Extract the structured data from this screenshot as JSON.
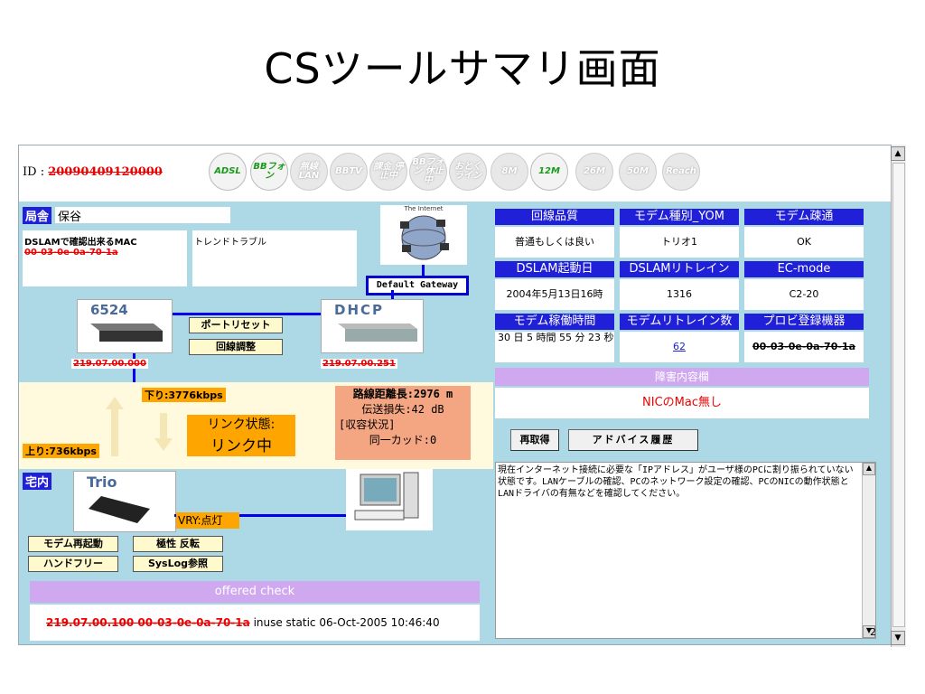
{
  "slide": {
    "title": "CSツールサマリ画面",
    "page_number": "2"
  },
  "top": {
    "id_label": "ID :",
    "id_value": "20090409120000",
    "services": [
      {
        "label": "ADSL",
        "on": true
      },
      {
        "label": "BBフォン",
        "on": true
      },
      {
        "label": "無線LAN",
        "on": false
      },
      {
        "label": "BBTV",
        "on": false
      },
      {
        "label": "課金 停止中",
        "on": false
      },
      {
        "label": "BBフォン 休止中",
        "on": false
      },
      {
        "label": "おとく ライン",
        "on": false
      },
      {
        "label": "8M",
        "on": false
      },
      {
        "label": "12M",
        "on": true
      },
      {
        "label": "26M",
        "on": false
      },
      {
        "label": "50M",
        "on": false
      },
      {
        "label": "Reach",
        "on": false
      }
    ]
  },
  "office": {
    "label": "局舎",
    "name": "保谷",
    "mac_caption": "DSLAMで確認出来るMAC",
    "mac_value": "00-03-0e-0a-70-1a",
    "trend_caption": "トレンドトラブル",
    "internet_caption": "The Internet",
    "gateway_label": "Default Gateway",
    "dslam_label": "6524",
    "dslam_ip": "219.07.00.000",
    "dhcp_label": "DHCP",
    "dhcp_ip": "219.07.00.251",
    "port_reset_button": "ポートリセット",
    "line_adjust_button": "回線調整"
  },
  "link": {
    "down": "下り:3776kbps",
    "up": "上り:736kbps",
    "status_label": "リンク状態:",
    "status_value": "リンク中",
    "distance": "路線距離長:2976 m",
    "loss": "伝送損失:42 dB",
    "accommodation": "[収容状況]",
    "same_card": "同一カッド:0"
  },
  "home": {
    "label": "宅内",
    "modem_name": "Trio",
    "vry": "VRY:点灯",
    "buttons": [
      "モデム再起動",
      "極性 反転",
      "ハンドフリー",
      "SysLog参照"
    ],
    "offered_check_title": "offered check",
    "offered_redacted": "219.07.00.100 00-03-0e-0a-70-1a",
    "offered_text": "inuse static 06-Oct-2005 10:46:40"
  },
  "status": {
    "cells": [
      {
        "label": "回線品質",
        "value": "普通もしくは良い"
      },
      {
        "label": "モデム種別_YOM",
        "value": "トリオ1"
      },
      {
        "label": "モデム疎通",
        "value": "OK"
      },
      {
        "label": "DSLAM起動日",
        "value": "2004年5月13日16時"
      },
      {
        "label": "DSLAMリトレイン",
        "value": "1316"
      },
      {
        "label": "EC-mode",
        "value": "C2-20"
      },
      {
        "label": "モデム稼働時間",
        "value": "30 日 5 時間 55 分 23 秒"
      },
      {
        "label": "モデムリトレイン数",
        "value": "62"
      },
      {
        "label": "プロビ登録機器",
        "value": "00-03-0e-0a-70-1a"
      }
    ],
    "fault_title": "障害内容欄",
    "fault_value": "NICのMac無し",
    "reacquire_button": "再取得",
    "advice_button": "アドバイス履歴",
    "advice_text": "現在インターネット接続に必要な「IPアドレス」がユーザ様のPCに割り振られていない状態です。LANケーブルの確認、PCのネットワーク設定の確認、PCのNICの動作状態とLANドライバの有無などを確認してください。"
  },
  "colors": {
    "accent_blue": "#2020d8",
    "sky": "#add8e6",
    "orange": "#ffa500",
    "salmon": "#f4a582",
    "lavender": "#cfa8f0",
    "red": "#e00000"
  }
}
